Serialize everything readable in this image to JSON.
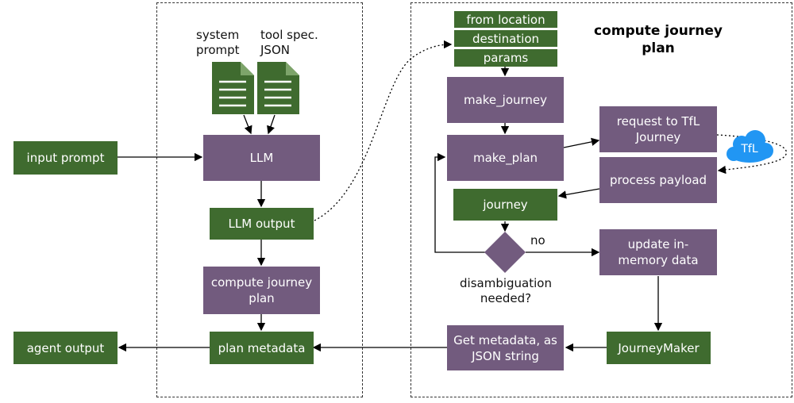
{
  "left_region": {
    "input_prompt": "input prompt",
    "system_prompt": "system\nprompt",
    "tool_spec": "tool spec.\nJSON",
    "llm": "LLM",
    "llm_output": "LLM output",
    "compute_journey_plan": "compute journey plan",
    "plan_metadata": "plan metadata",
    "agent_output": "agent output"
  },
  "right_region": {
    "title": "compute journey plan",
    "from_location": "from location",
    "destination": "destination",
    "params": "params",
    "make_journey": "make_journey",
    "make_plan": "make_plan",
    "request_tfl": "request to TfL Journey",
    "tfl_cloud": "TfL",
    "process_payload": "process payload",
    "journey": "journey",
    "no_label": "no",
    "update_memory": "update in-memory data",
    "disambiguation": "disambiguation\nneeded?",
    "get_metadata": "Get metadata, as JSON string",
    "journey_maker": "JourneyMaker"
  },
  "colors": {
    "green": "#3f6b2f",
    "purple": "#725b7e",
    "cloud": "#2196f3"
  }
}
